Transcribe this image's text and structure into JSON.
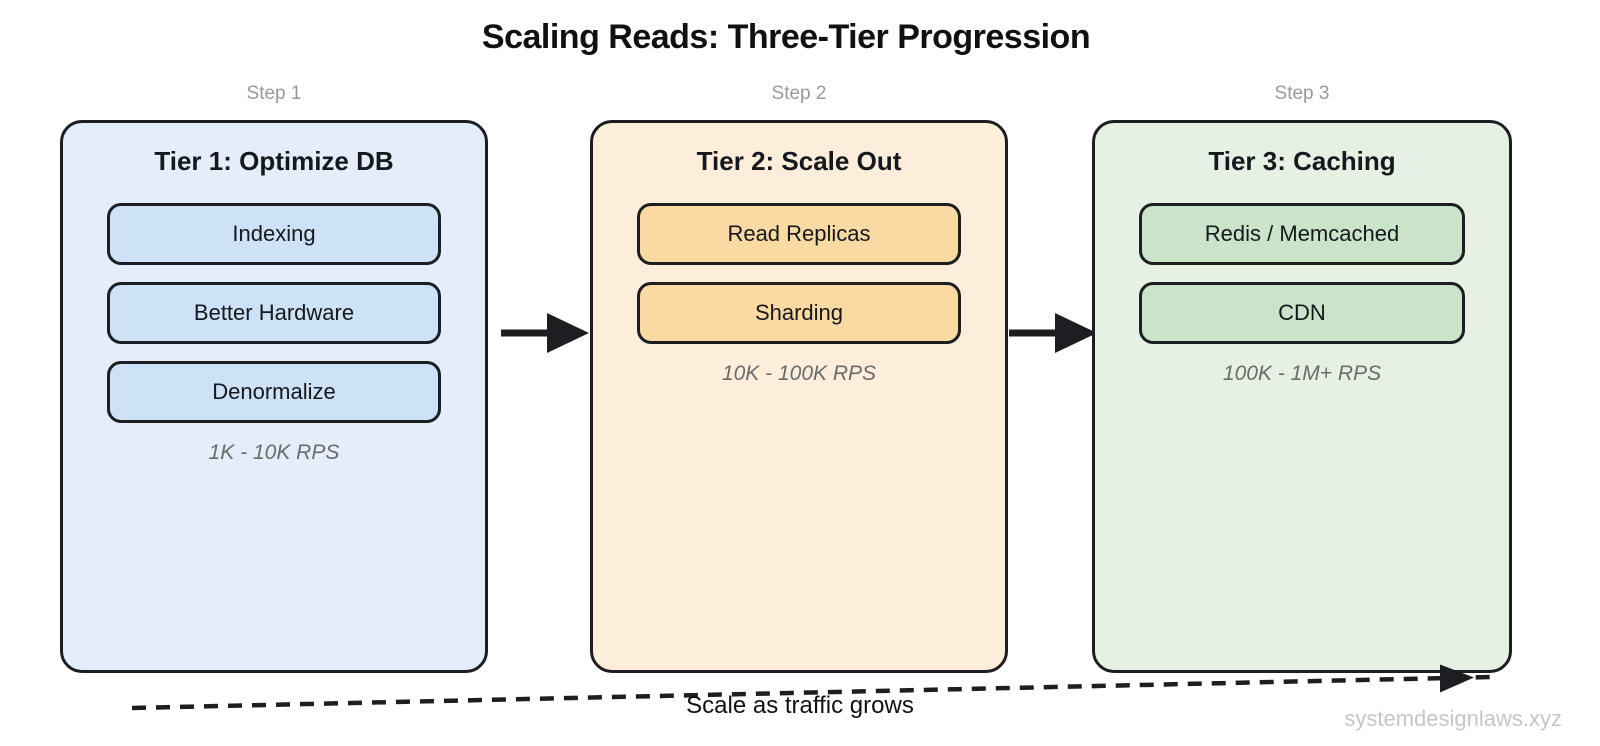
{
  "title": "Scaling Reads: Three-Tier Progression",
  "steps": [
    "Step 1",
    "Step 2",
    "Step 3"
  ],
  "tiers": [
    {
      "step": "Step 1",
      "title": "Tier 1: Optimize DB",
      "items": [
        "Indexing",
        "Better Hardware",
        "Denormalize"
      ],
      "rps": "1K - 10K RPS",
      "colors": {
        "bg": "#e3eefa",
        "item_bg": "#cde2f6"
      }
    },
    {
      "step": "Step 2",
      "title": "Tier 2: Scale Out",
      "items": [
        "Read Replicas",
        "Sharding"
      ],
      "rps": "10K - 100K RPS",
      "colors": {
        "bg": "#fdeedc",
        "item_bg": "#fbd9a2"
      }
    },
    {
      "step": "Step 3",
      "title": "Tier 3: Caching",
      "items": [
        "Redis / Memcached",
        "CDN"
      ],
      "rps": "100K - 1M+ RPS",
      "colors": {
        "bg": "#e6f1e4",
        "item_bg": "#c9e4c9"
      }
    }
  ],
  "flow": {
    "bottom_label": "Scale as traffic grows"
  },
  "watermark": "systemdesignlaws.xyz",
  "colors": {
    "line": "#1c1e21",
    "step_label": "#999999",
    "rps_text": "#6b6b6b",
    "watermark": "#c6c6c6",
    "background": "#ffffff"
  }
}
